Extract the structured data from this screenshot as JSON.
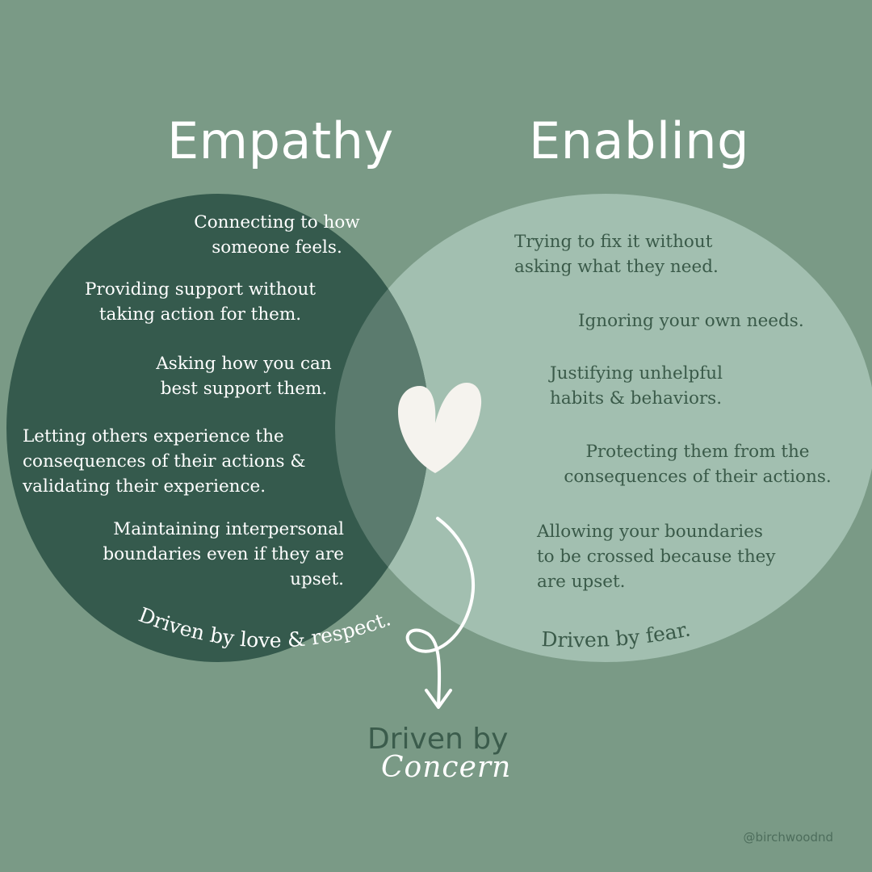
{
  "left": {
    "title": "Empathy",
    "items": [
      "Connecting to how someone feels.",
      "Providing support without taking action for them.",
      "Asking how you can best support them.",
      "Letting others experience the consequences of their actions & validating their experience.",
      "Maintaining interpersonal boundaries even if they are upset."
    ],
    "driver": "Driven by love & respect."
  },
  "right": {
    "title": "Enabling",
    "items": [
      "Trying to fix it without asking what they need.",
      "Ignoring your own needs.",
      "Justifying unhelpful habits & behaviors.",
      "Protecting them from the consequences of their actions.",
      "Allowing your boundaries to be crossed because they are upset."
    ],
    "driver": "Driven by fear."
  },
  "center": {
    "icon": "heart-icon",
    "arrow": "curved-arrow-icon",
    "label_line1": "Driven by",
    "label_line2": "Concern"
  },
  "handle": "@birchwoodnd",
  "colors": {
    "background": "#7a9a86",
    "left_circle": "#355a4d",
    "right_circle": "#a2bfb0",
    "overlap": "#5b7b6e",
    "heart": "#f5f3ee"
  }
}
